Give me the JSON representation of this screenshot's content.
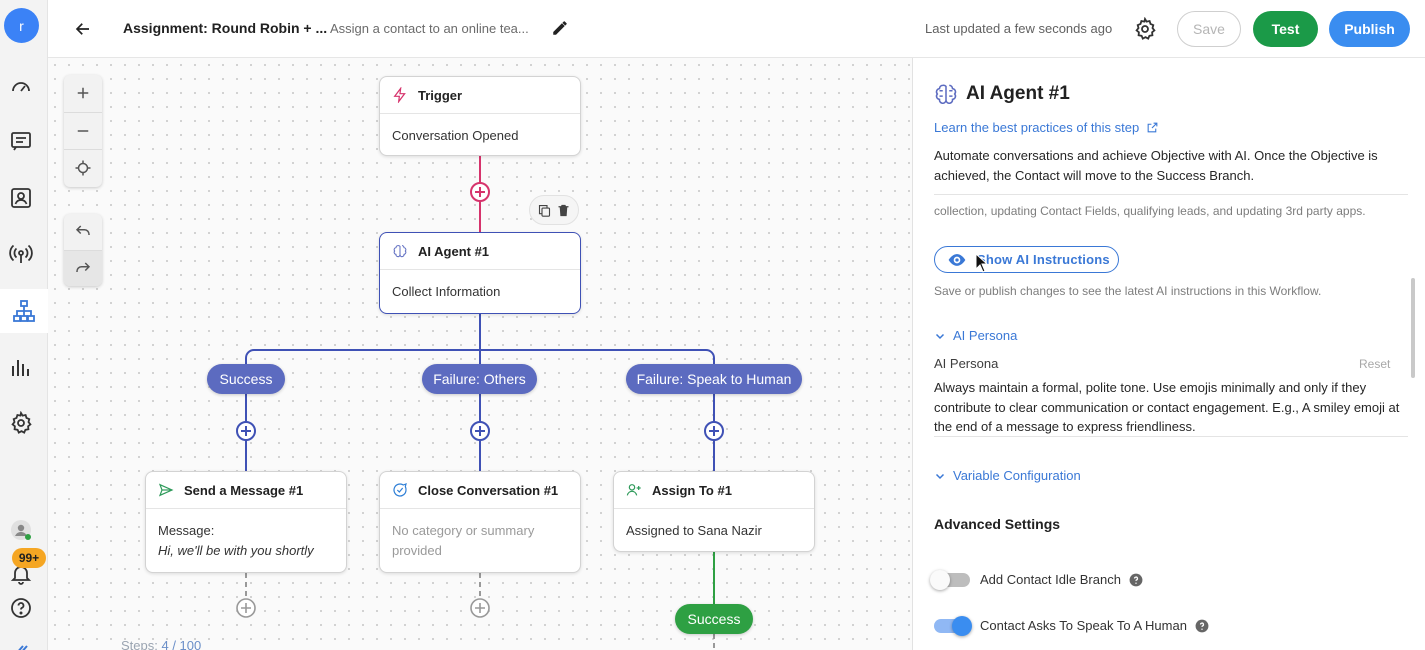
{
  "nav": {
    "user_initial": "r",
    "notification_badge": "99+"
  },
  "header": {
    "title": "Assignment: Round Robin + ...",
    "subtitle": "Assign a contact to an online tea...",
    "last_updated": "Last updated a few seconds ago",
    "save_label": "Save",
    "test_label": "Test",
    "publish_label": "Publish"
  },
  "colors": {
    "primary": "#3a8df0",
    "test_green": "#1b9a48",
    "branch_blue": "#5c6bc0",
    "success_green": "#2ea043",
    "trigger_line": "#d6336c"
  },
  "canvas": {
    "trigger": {
      "title": "Trigger",
      "body": "Conversation Opened"
    },
    "ai_agent": {
      "title": "AI Agent #1",
      "body": "Collect Information"
    },
    "branches": {
      "success": "Success",
      "failure_others": "Failure: Others",
      "failure_human": "Failure: Speak to Human"
    },
    "send_message": {
      "title": "Send a Message #1",
      "label": "Message:",
      "message": "Hi, we'll be with you shortly"
    },
    "close_conversation": {
      "title": "Close Conversation #1",
      "body": "No category or summary provided"
    },
    "assign_to": {
      "title": "Assign To #1",
      "body": "Assigned to Sana Nazir"
    },
    "assign_success": "Success",
    "steps_label": "Steps:",
    "steps_value": "4 / 100"
  },
  "panel": {
    "title": "AI Agent #1",
    "learn_link": "Learn the best practices of this step",
    "description": "Automate conversations and achieve Objective with AI. Once the Objective is achieved, the Contact will move to the Success Branch.",
    "description_more": "collection, updating Contact Fields, qualifying leads, and updating 3rd party apps.",
    "show_instructions": "Show AI Instructions",
    "hint": "Save or publish changes to see the latest AI instructions in this Workflow.",
    "persona_section": "AI Persona",
    "persona_label": "AI Persona",
    "reset": "Reset",
    "persona_text": "Always maintain a formal, polite tone. Use emojis minimally and only if they contribute to clear communication or contact engagement. E.g., A smiley emoji at the end of a message to express friendliness.",
    "variable_section": "Variable Configuration",
    "advanced_title": "Advanced Settings",
    "toggle_idle": "Add Contact Idle Branch",
    "toggle_human": "Contact Asks To Speak To A Human"
  }
}
